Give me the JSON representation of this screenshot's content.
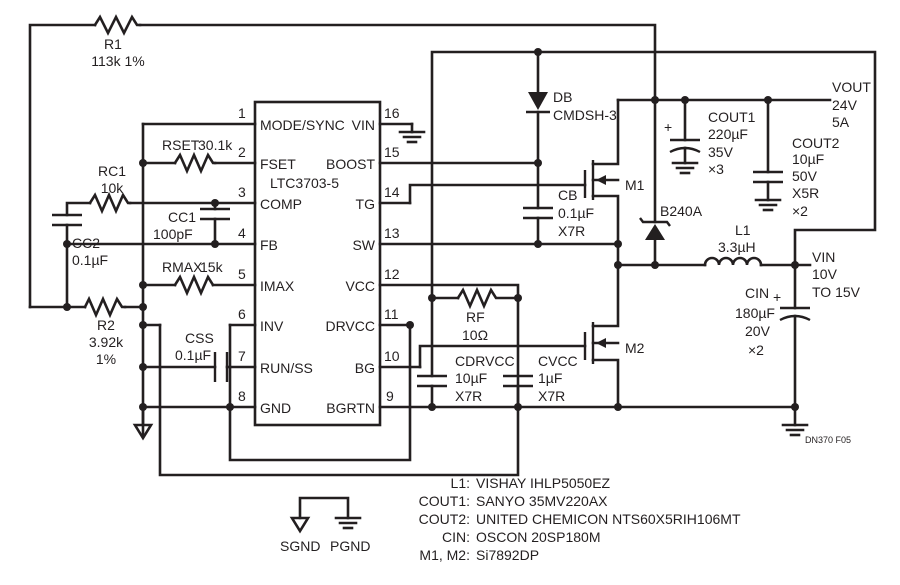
{
  "ic": {
    "name": "LTC3703-5",
    "pins": [
      {
        "num": "1",
        "name": "MODE/SYNC"
      },
      {
        "num": "2",
        "name": "FSET"
      },
      {
        "num": "3",
        "name": "COMP"
      },
      {
        "num": "4",
        "name": "FB"
      },
      {
        "num": "5",
        "name": "IMAX"
      },
      {
        "num": "6",
        "name": "INV"
      },
      {
        "num": "7",
        "name": "RUN/SS"
      },
      {
        "num": "8",
        "name": "GND"
      },
      {
        "num": "9",
        "name": "BGRTN"
      },
      {
        "num": "10",
        "name": "BG"
      },
      {
        "num": "11",
        "name": "DRVCC"
      },
      {
        "num": "12",
        "name": "VCC"
      },
      {
        "num": "13",
        "name": "SW"
      },
      {
        "num": "14",
        "name": "TG"
      },
      {
        "num": "15",
        "name": "BOOST"
      },
      {
        "num": "16",
        "name": "VIN"
      }
    ]
  },
  "components": {
    "r1": {
      "ref": "R1",
      "value": "113k 1%"
    },
    "r2": {
      "ref": "R2",
      "value1": "3.92k",
      "value2": "1%"
    },
    "rset": {
      "ref": "RSET",
      "value": "30.1k"
    },
    "rc1": {
      "ref": "RC1",
      "value": "10k"
    },
    "cc1": {
      "ref": "CC1",
      "value": "100pF"
    },
    "cc2": {
      "ref": "CC2",
      "value": "0.1µF"
    },
    "rmax": {
      "ref": "RMAX",
      "value": "15k"
    },
    "css": {
      "ref": "CSS",
      "value": "0.1µF"
    },
    "db": {
      "ref": "DB",
      "value": "CMDSH-3"
    },
    "cb": {
      "ref": "CB",
      "value1": "0.1µF",
      "value2": "X7R"
    },
    "m1": {
      "ref": "M1"
    },
    "m2": {
      "ref": "M2"
    },
    "d2": {
      "ref": "B240A"
    },
    "cout1": {
      "ref": "COUT1",
      "value1": "220µF",
      "value2": "35V",
      "value3": "×3"
    },
    "cout2": {
      "ref": "COUT2",
      "value1": "10µF",
      "value2": "50V",
      "value3": "X5R",
      "value4": "×2"
    },
    "l1": {
      "ref": "L1",
      "value": "3.3µH"
    },
    "cin": {
      "ref": "CIN",
      "value1": "180µF",
      "value2": "20V",
      "value3": "×2"
    },
    "rf": {
      "ref": "RF",
      "value": "10Ω"
    },
    "cdrvcc": {
      "ref": "CDRVCC",
      "value1": "10µF",
      "value2": "X7R"
    },
    "cvcc": {
      "ref": "CVCC",
      "value1": "1µF",
      "value2": "X7R"
    }
  },
  "nets": {
    "vout": {
      "label": "VOUT",
      "v1": "24V",
      "v2": "5A"
    },
    "vin": {
      "label": "VIN",
      "v1": "10V",
      "v2": "TO 15V"
    },
    "sgnd": "SGND",
    "pgnd": "PGND"
  },
  "figure_id": "DN370 F05",
  "bom": [
    {
      "ref": "L1:",
      "part": "VISHAY IHLP5050EZ"
    },
    {
      "ref": "COUT1:",
      "part": "SANYO 35MV220AX"
    },
    {
      "ref": "COUT2:",
      "part": "UNITED CHEMICON NTS60X5RIH106MT"
    },
    {
      "ref": "CIN:",
      "part": "OSCON 20SP180M"
    },
    {
      "ref": "M1, M2:",
      "part": "Si7892DP"
    }
  ]
}
